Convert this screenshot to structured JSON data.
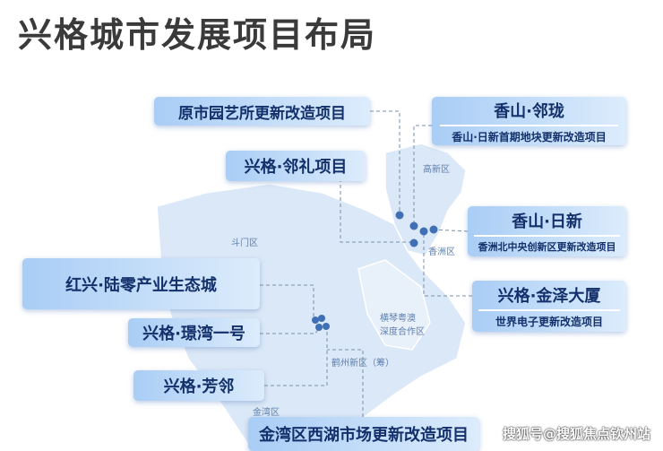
{
  "title": "兴格城市发展项目布局",
  "projects": [
    {
      "title": "原市园艺所更新改造项目"
    },
    {
      "title": "香山·邻珑",
      "subtitle": "香山·日新首期地块更新改造项目"
    },
    {
      "title": "兴格·邻礼项目"
    },
    {
      "title": "香山·日新",
      "subtitle": "香洲北中央创新区更新改造项目"
    },
    {
      "title": "红兴·陆零产业生态城"
    },
    {
      "title": "兴格·金泽大厦",
      "subtitle": "世界电子更新改造项目"
    },
    {
      "title": "兴格·璟湾一号"
    },
    {
      "title": "兴格·芳邻"
    },
    {
      "title": "金湾区西湖市场更新改造项目"
    }
  ],
  "districts": [
    "高新区",
    "斗门区",
    "香洲区",
    "横琴粤澳",
    "深度合作区",
    "鹤州新区（筹）",
    "金湾区"
  ],
  "watermark": "搜狐号@搜狐焦点钦州站",
  "colors": {
    "map": "#d7e6f7",
    "dot": "#3f6fb5",
    "box_text": "#13306b"
  }
}
